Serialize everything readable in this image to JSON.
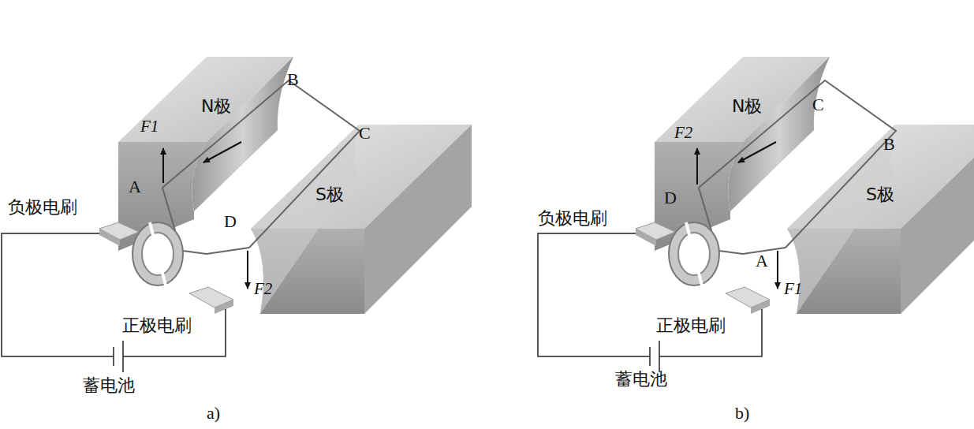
{
  "diagram": {
    "labels": [
      "N极",
      "B",
      "F1",
      "C",
      "A",
      "S极",
      "D",
      "负极电刷",
      "F2",
      "正极电刷",
      "蓄电池",
      "a)",
      "F2",
      "N极",
      "C",
      "B",
      "D",
      "S极",
      "负极电刷",
      "A",
      "F1",
      "正极电刷",
      "蓄电池",
      "b)"
    ]
  }
}
